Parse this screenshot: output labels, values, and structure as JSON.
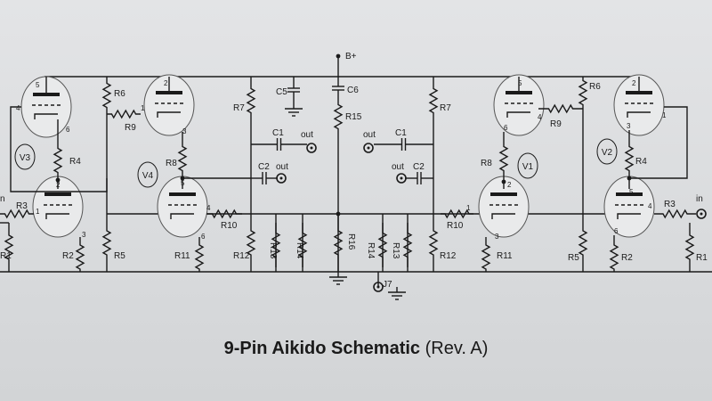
{
  "caption": {
    "title": "9-Pin Aikido Schematic",
    "rev": "(Rev. A)"
  },
  "supply": "B+",
  "jack": "J7",
  "resistors": [
    "R1",
    "R2",
    "R3",
    "R4",
    "R5",
    "R6",
    "R7",
    "R8",
    "R9",
    "R10",
    "R11",
    "R12",
    "R13",
    "R14",
    "R15",
    "R16"
  ],
  "capacitors": [
    "C1",
    "C2",
    "C5",
    "C6"
  ],
  "tubes": [
    "V1",
    "V2",
    "V3",
    "V4"
  ],
  "io": {
    "in": "in",
    "out": "out"
  },
  "pins": [
    "1",
    "2",
    "3",
    "4",
    "5",
    "6"
  ]
}
